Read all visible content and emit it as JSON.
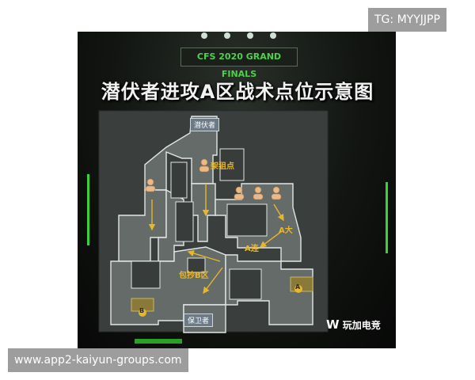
{
  "watermarks": {
    "top_right": "TG: MYYJJPP",
    "bottom_left": "www.app2-kaiyun-groups.com"
  },
  "poster": {
    "banner": "CFS 2020 GRAND FINALS",
    "title": "潜伏者进攻A区战术点位示意图",
    "logo": "玩加电竞",
    "map_labels": {
      "attacker_spawn": "潜伏者",
      "sniper_spot": "架狙点",
      "a_long": "A大",
      "a_connector": "A连",
      "flank_b": "包抄B区",
      "defender_spawn": "保卫者",
      "site_a": "A",
      "site_b": "B"
    },
    "colors": {
      "accent": "#e8b62a",
      "neon": "#4fd04a",
      "floor": "#5f6664",
      "wall": "#dfe3e3"
    }
  }
}
